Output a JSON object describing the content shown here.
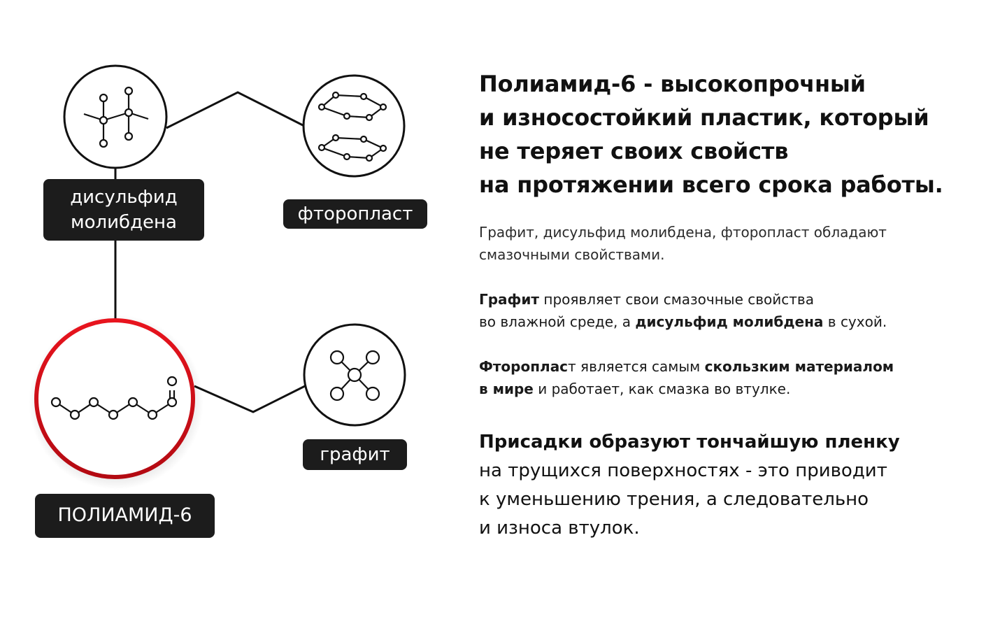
{
  "diagram": {
    "labels": {
      "mos2_line1": "дисульфид",
      "mos2_line2": "молибдена",
      "ptfe": "фторопласт",
      "graphite": "графит",
      "polyamide": "ПОЛИАМИД-6"
    },
    "colors": {
      "ink": "#111111",
      "label_bg": "#1c1c1c",
      "label_text": "#ffffff",
      "accent_ring": "#d0101a"
    },
    "icons": [
      "molybdenum-disulfide-molecule-icon",
      "ptfe-molecule-icon",
      "graphite-molecule-icon",
      "polyamide-chain-icon"
    ]
  },
  "headline": {
    "line1": "Полиамид-6 - высокопрочный",
    "line2": "и износостойкий пластик, который",
    "line3": "не теряет своих свойств",
    "line4": "на протяжении всего срока работы."
  },
  "paragraph1": {
    "line1": "Графит, дисульфид молибдена, фторопласт обладают",
    "line2": "смазочными свойствами."
  },
  "paragraph2": {
    "bold1": "Графит",
    "text1": " проявляет свои смазочные свойства",
    "text2": "во влажной среде, а ",
    "bold2": "дисульфид молибдена",
    "text3": " в сухой."
  },
  "paragraph3": {
    "bold1": "Фтороплас",
    "text1": "т является самым ",
    "bold2": "скользким материалом",
    "bold3": "в мире",
    "text2": " и работает, как смазка во втулке."
  },
  "callout": {
    "bold1": "Присадки образуют тончайшую пленку",
    "line2": "на трущихся поверхностях  -  это приводит",
    "line3": "к уменьшению трения, а следовательно",
    "line4": "и износа втулок."
  }
}
